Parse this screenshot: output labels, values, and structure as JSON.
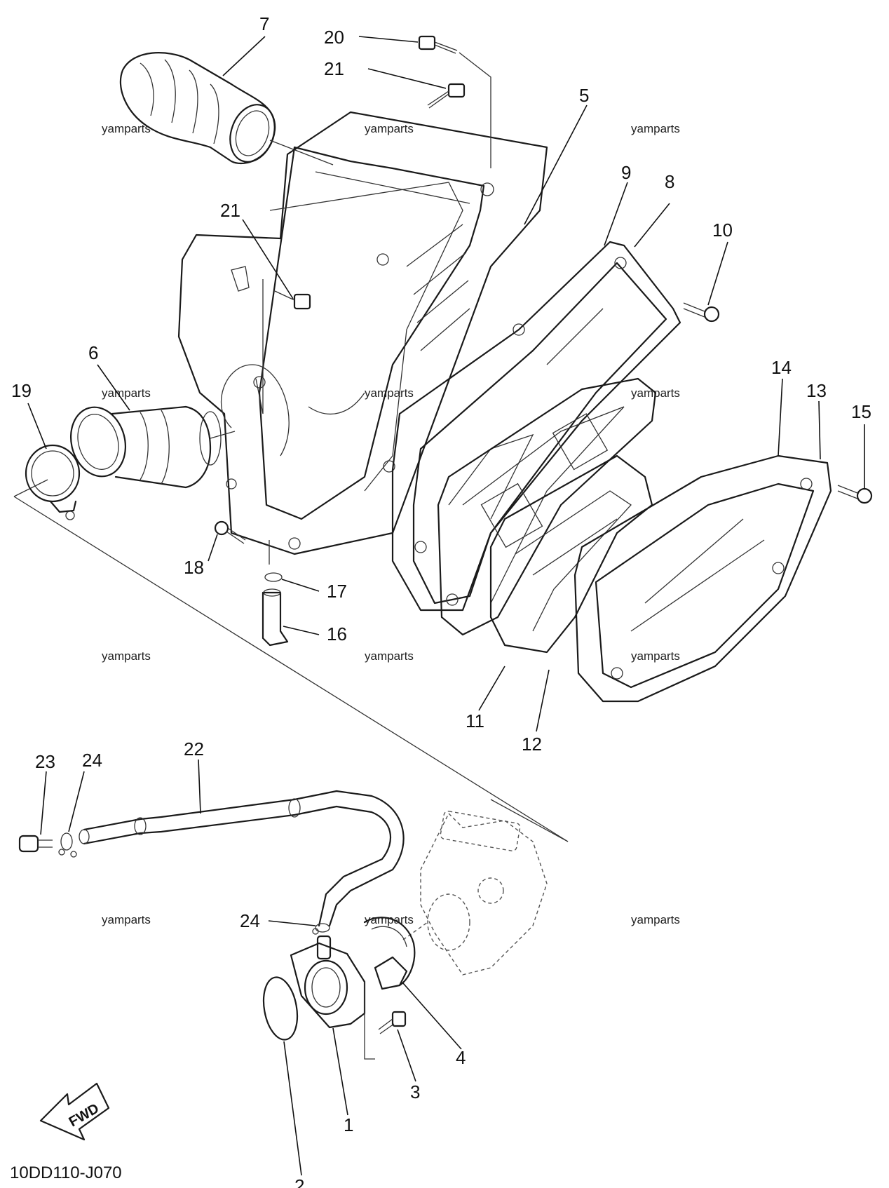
{
  "diagram_code": "10DD110-J070",
  "fwd_label": "FWD",
  "watermark": "yamparts",
  "callouts": [
    "7",
    "20",
    "21",
    "5",
    "9",
    "8",
    "10",
    "21",
    "6",
    "19",
    "14",
    "13",
    "15",
    "18",
    "17",
    "16",
    "11",
    "12",
    "23",
    "24",
    "22",
    "24",
    "4",
    "3",
    "1",
    "2"
  ]
}
